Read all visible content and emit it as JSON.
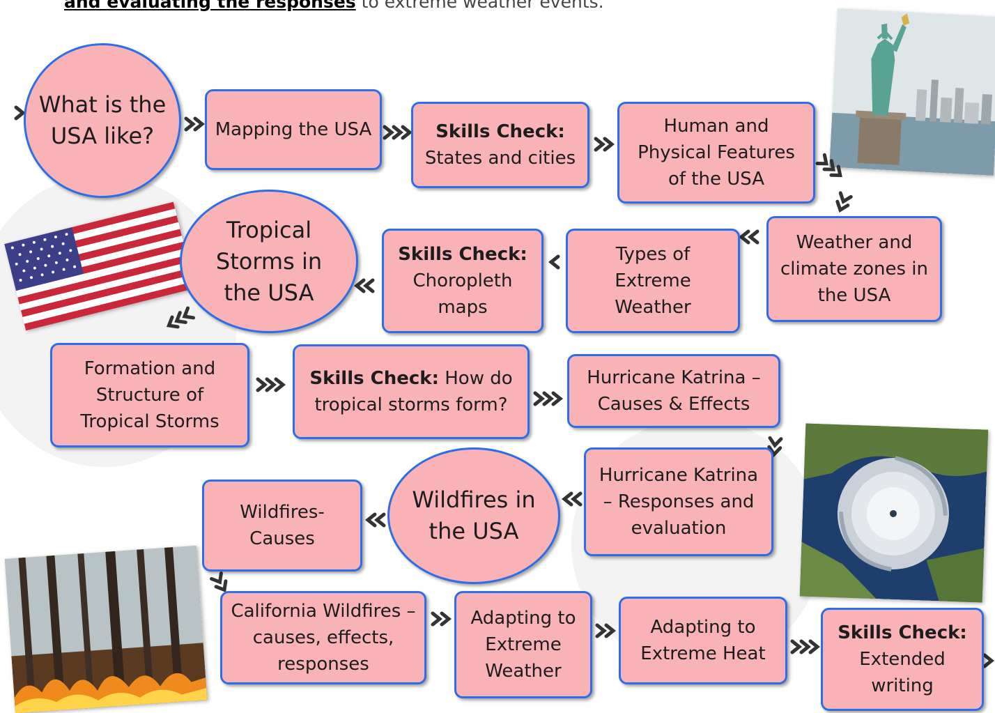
{
  "header": {
    "bold_text": "and evaluating the responses",
    "rest_text": " to extreme weather events."
  },
  "nodes": {
    "what_is_usa": "What is the USA like?",
    "mapping": "Mapping the USA",
    "skills_states_title": "Skills Check:",
    "skills_states_text": "States and cities",
    "human_physical": "Human and Physical Features of the USA",
    "weather_climate": "Weather and climate zones in the USA",
    "types_extreme": "Types of Extreme Weather",
    "skills_choro_title": "Skills Check:",
    "skills_choro_text": "Choropleth maps",
    "tropical_storms": "Tropical Storms in the USA",
    "formation": "Formation and Structure of Tropical Storms",
    "skills_storms_title": "Skills Check:",
    "skills_storms_text": " How do tropical storms form?",
    "katrina_causes": "Hurricane Katrina – Causes & Effects",
    "katrina_responses": "Hurricane Katrina  – Responses and evaluation",
    "wildfires_usa": "Wildfires in the USA",
    "wildfires_causes": "Wildfires- Causes",
    "california": "California Wildfires – causes, effects, responses",
    "adapting_weather": "Adapting to Extreme Weather",
    "adapting_heat": "Adapting to Extreme Heat",
    "skills_writing_title": "Skills Check:",
    "skills_writing_text": "Extended writing"
  },
  "colors": {
    "node_fill": "#f9b2b6",
    "node_border": "#2d6de6",
    "arrow": "#333333"
  },
  "icons": {
    "arrows": "chevron-arrow-icon",
    "flag": "us-flag-image",
    "statue": "statue-of-liberty-photo",
    "hurricane": "hurricane-satellite-photo",
    "forest_fire": "forest-fire-photo"
  }
}
